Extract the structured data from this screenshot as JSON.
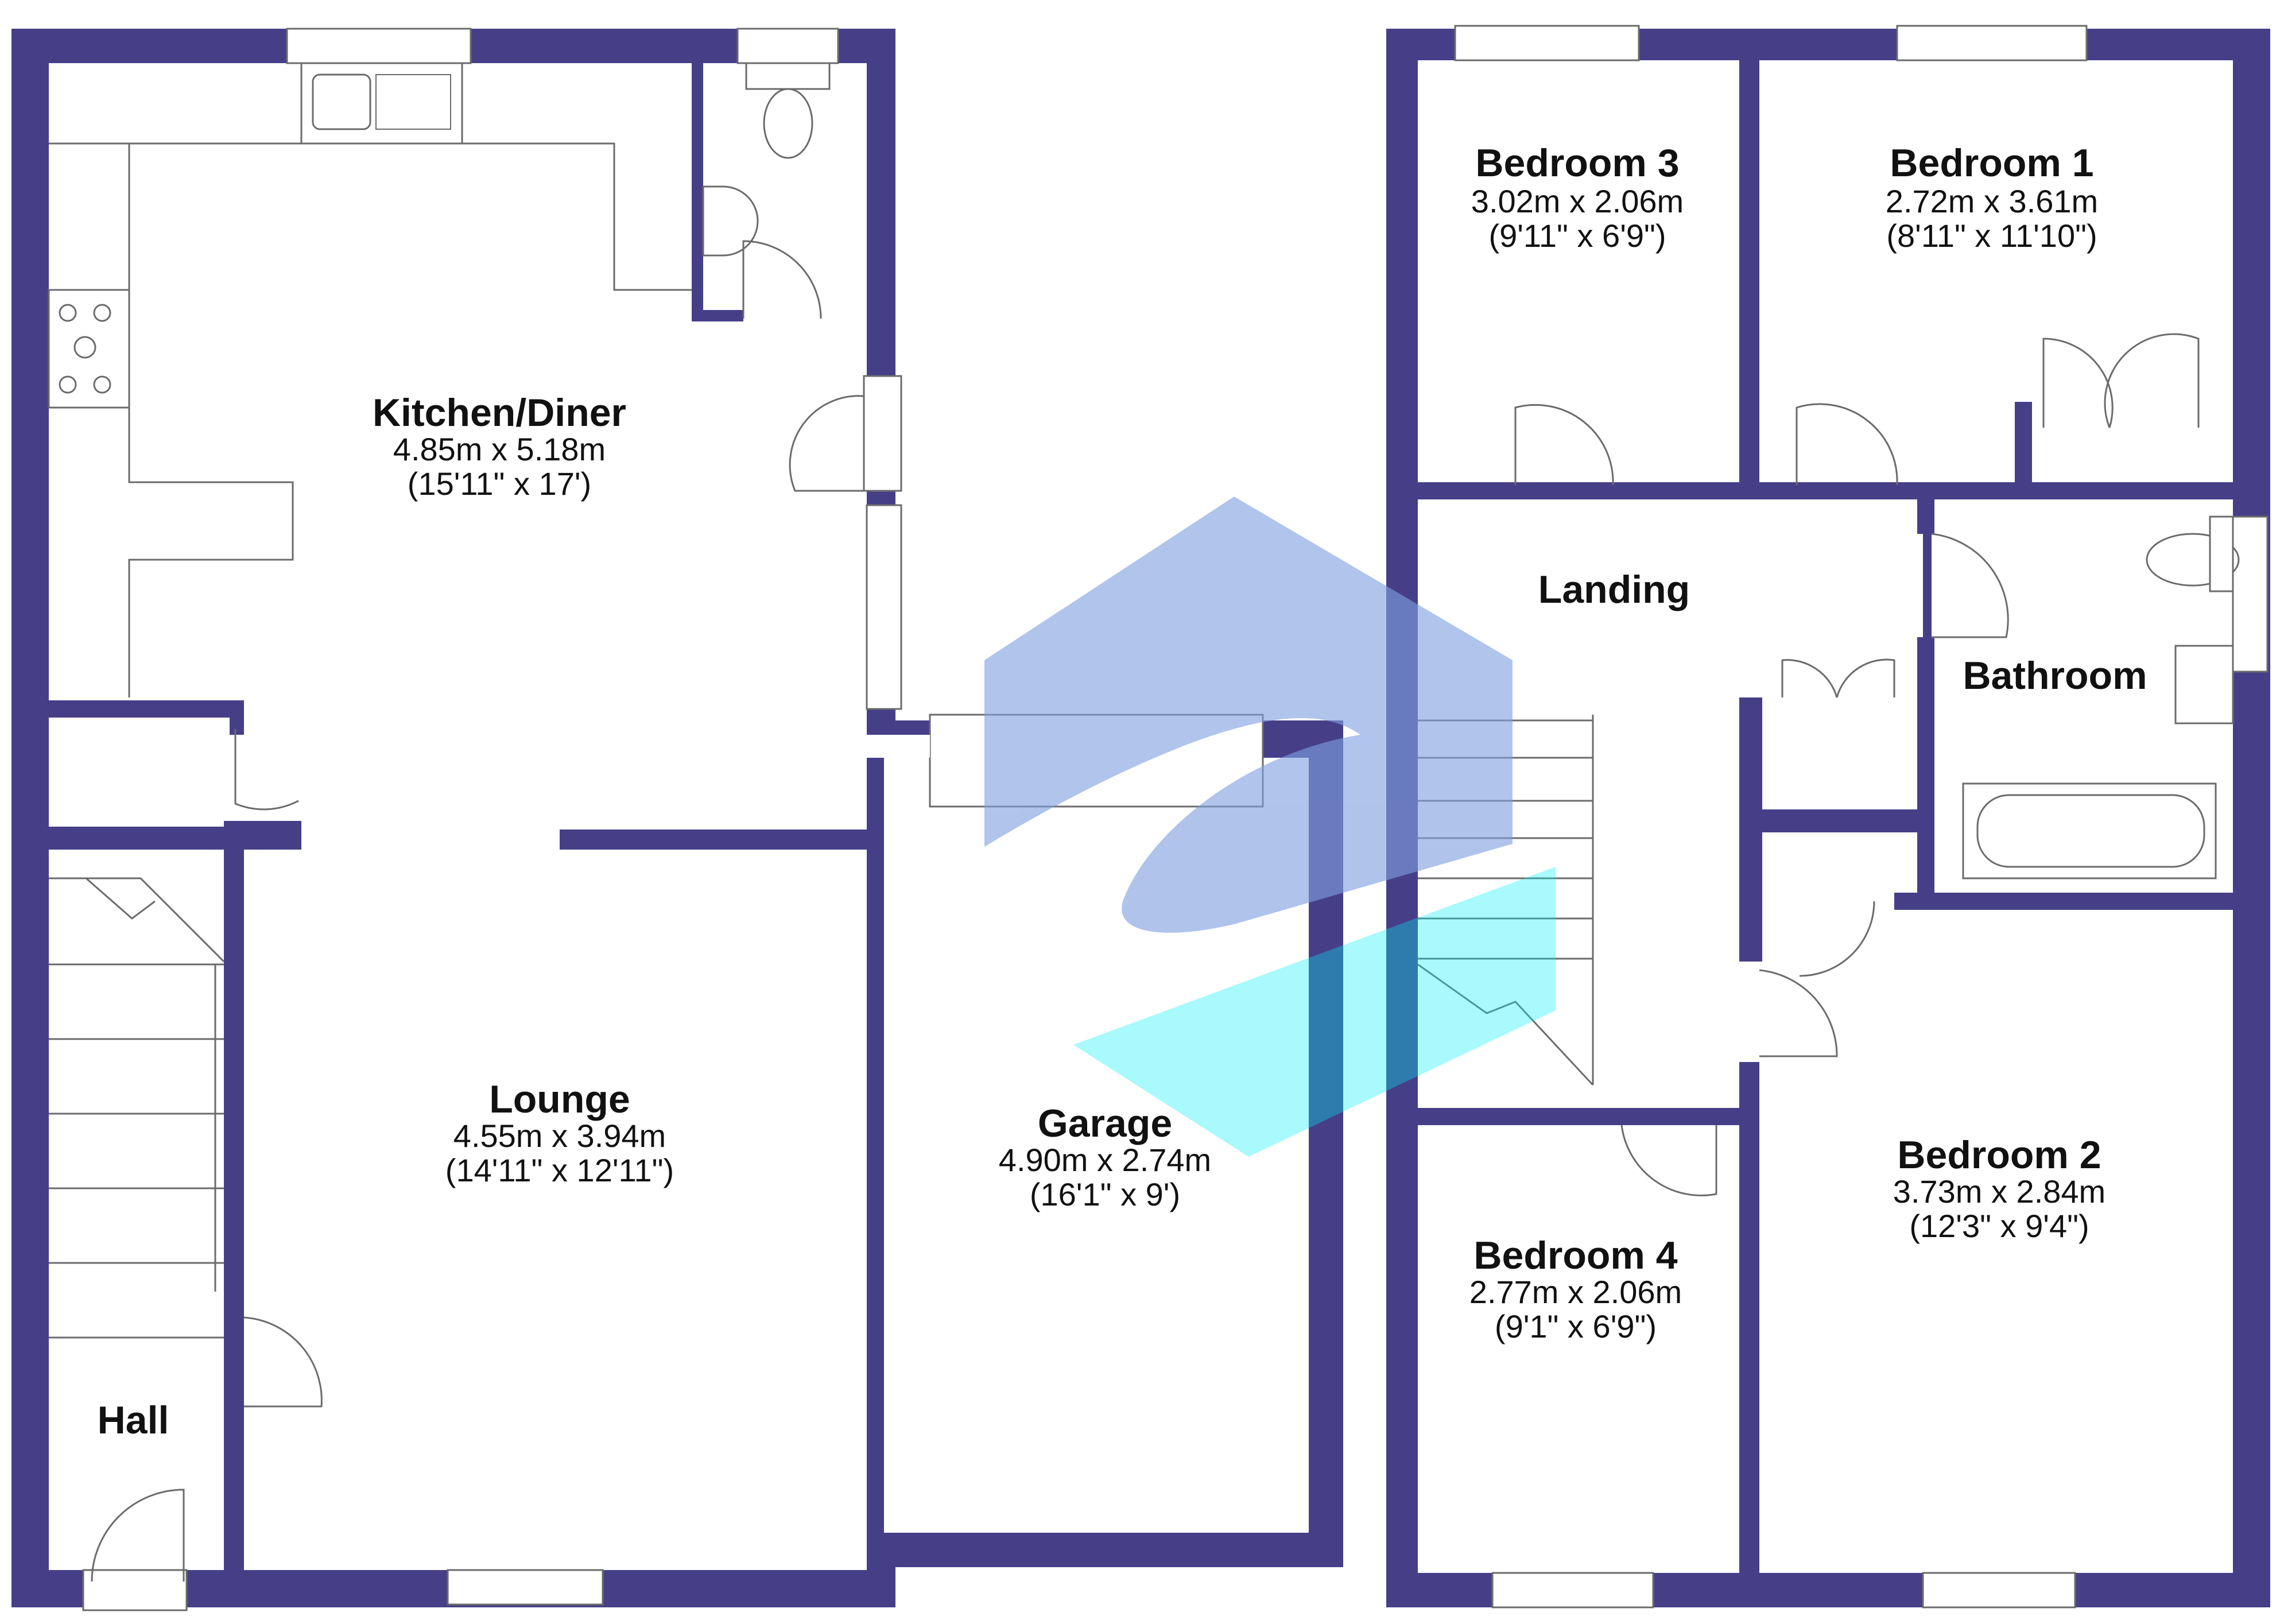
{
  "colors": {
    "wall": "#463f88",
    "floor": "#ffffff",
    "fixture_line": "#6b6b6b",
    "logo_blue": "#7f9fe0",
    "logo_cyan": "#00f2f5"
  },
  "rooms": {
    "kitchen": {
      "name": "Kitchen/Diner",
      "metric": "4.85m x 5.18m",
      "imperial": "(15'11\" x 17')"
    },
    "lounge": {
      "name": "Lounge",
      "metric": "4.55m x 3.94m",
      "imperial": "(14'11\" x 12'11\")"
    },
    "garage": {
      "name": "Garage",
      "metric": "4.90m x 2.74m",
      "imperial": "(16'1\" x 9')"
    },
    "hall": {
      "name": "Hall"
    },
    "bedroom3": {
      "name": "Bedroom 3",
      "metric": "3.02m x 2.06m",
      "imperial": "(9'11\" x 6'9\")"
    },
    "bedroom1": {
      "name": "Bedroom 1",
      "metric": "2.72m x 3.61m",
      "imperial": "(8'11\" x 11'10\")"
    },
    "landing": {
      "name": "Landing"
    },
    "bathroom": {
      "name": "Bathroom"
    },
    "bedroom2": {
      "name": "Bedroom 2",
      "metric": "3.73m x 2.84m",
      "imperial": "(12'3\" x 9'4\")"
    },
    "bedroom4": {
      "name": "Bedroom 4",
      "metric": "2.77m x 2.06m",
      "imperial": "(9'1\" x 6'9\")"
    }
  }
}
